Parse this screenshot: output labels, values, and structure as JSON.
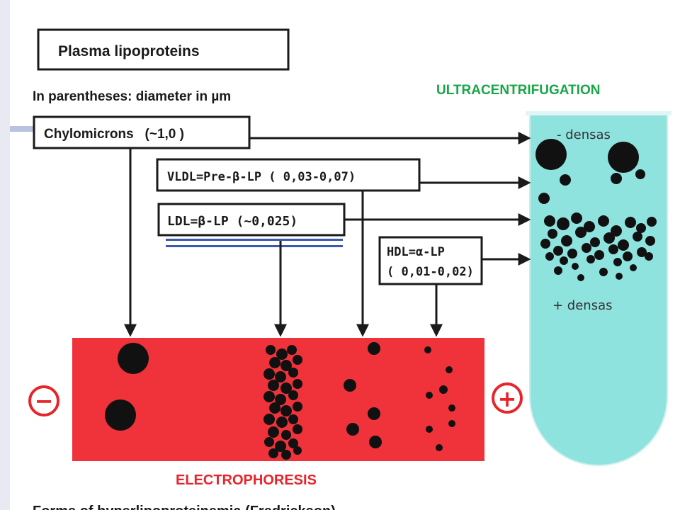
{
  "title": "Plasma lipoproteins",
  "subtitle": "In parentheses: diameter in µm",
  "ultracentrifugation_label": "ULTRACENTRIFUGATION",
  "electrophoresis_label": "ELECTROPHORESIS",
  "lipoproteins": {
    "chylomicrons": "Chylomicrons   (~1,0 )",
    "vldl": "VLDL=Pre-β-LP ( 0,03-0,07)",
    "ldl": "LDL=β-LP (~0,025)",
    "hdl_line1": "HDL=α-LP",
    "hdl_line2": "( 0,01-0,02)"
  },
  "tube": {
    "top_label": "- densas",
    "bottom_label": "+ densas"
  },
  "electrodes": {
    "negative": "−",
    "positive": "+"
  },
  "footer_partial": "Forms of hyperlipoproteinemia (Fredrickson)",
  "colors": {
    "gel": "#f0323a",
    "tube": "#8fe3df",
    "ultracentrifugation_text": "#1aa548",
    "electrophoresis_text": "#e8242a",
    "accent_bar": "#3b5ba8"
  }
}
